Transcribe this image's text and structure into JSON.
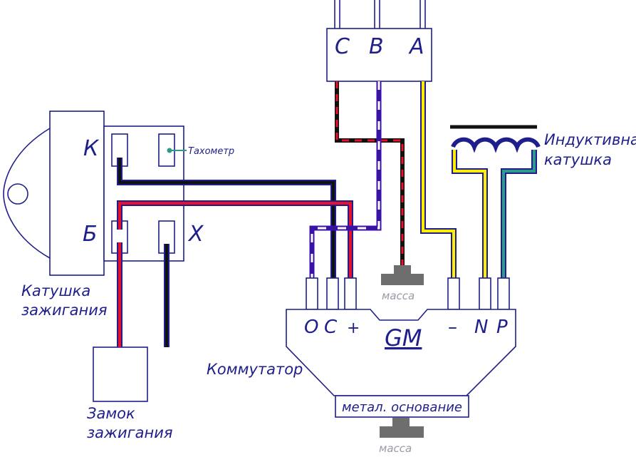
{
  "coil": {
    "caption_line1": "Катушка",
    "caption_line2": "зажигания",
    "terminal_k": "К",
    "terminal_b": "Б",
    "terminal_x": "Х",
    "tacho": "Тахометр"
  },
  "connector": {
    "pin_c": "C",
    "pin_b": "B",
    "pin_a": "A"
  },
  "inductive_coil": {
    "line1": "Индуктивная",
    "line2": "катушка"
  },
  "commutator": {
    "name": "Коммутатор",
    "pin_o": "О",
    "pin_c": "С",
    "pin_plus": "+",
    "brand": "GM",
    "pin_minus": "–",
    "pin_n": "N",
    "pin_p": "P",
    "base": "метал. основание",
    "ground_top": "масса",
    "ground_bottom": "масса"
  },
  "ignition_lock": {
    "line1": "Замок",
    "line2": "зажигания"
  },
  "colors": {
    "outline": "#1e1e8c",
    "black_wire": "#111111",
    "red": "#e8102a",
    "yellow": "#ffee00",
    "teal": "#2e9a8a",
    "purple": "#3a12a8",
    "ground": "#6e6e6e"
  }
}
